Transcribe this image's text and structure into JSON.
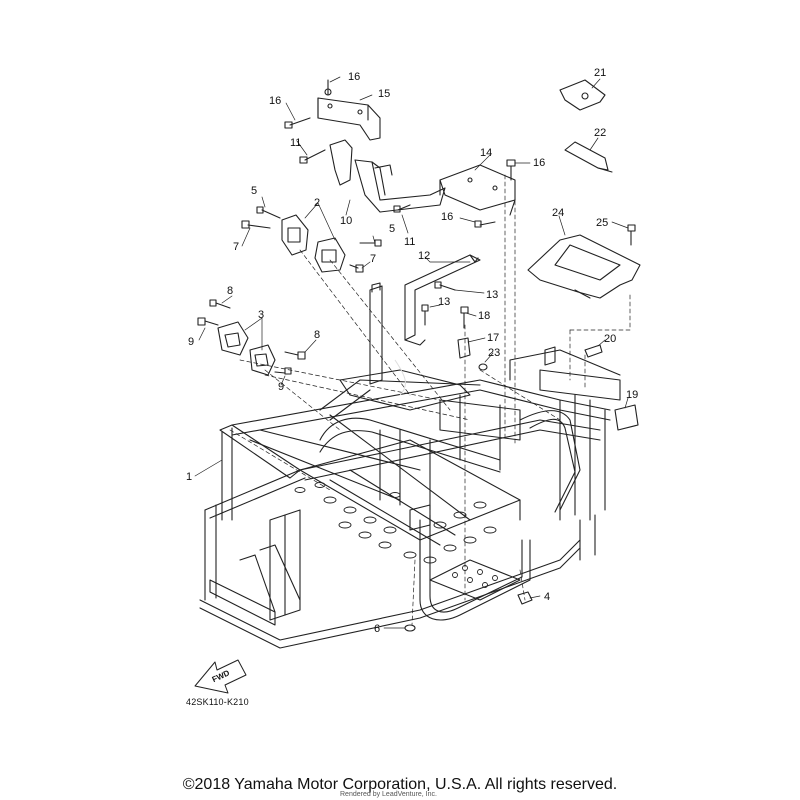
{
  "callouts": [
    {
      "num": "1"
    },
    {
      "num": "2"
    },
    {
      "num": "3"
    },
    {
      "num": "4"
    },
    {
      "num": "5"
    },
    {
      "num": "5"
    },
    {
      "num": "6"
    },
    {
      "num": "7"
    },
    {
      "num": "7"
    },
    {
      "num": "8"
    },
    {
      "num": "8"
    },
    {
      "num": "9"
    },
    {
      "num": "9"
    },
    {
      "num": "10"
    },
    {
      "num": "11"
    },
    {
      "num": "11"
    },
    {
      "num": "12"
    },
    {
      "num": "13"
    },
    {
      "num": "13"
    },
    {
      "num": "14"
    },
    {
      "num": "15"
    },
    {
      "num": "16"
    },
    {
      "num": "16"
    },
    {
      "num": "16"
    },
    {
      "num": "16"
    },
    {
      "num": "17"
    },
    {
      "num": "18"
    },
    {
      "num": "19"
    },
    {
      "num": "20"
    },
    {
      "num": "21"
    },
    {
      "num": "22"
    },
    {
      "num": "23"
    },
    {
      "num": "24"
    },
    {
      "num": "25"
    }
  ],
  "forward_label": "FWD",
  "diagram_code": "42SK110-K210",
  "copyright": "©2018 Yamaha Motor Corporation, U.S.A. All rights reserved.",
  "rendered_by": "Rendered by LeadVenture, Inc.",
  "colors": {
    "line": "#222222",
    "background": "#ffffff"
  }
}
